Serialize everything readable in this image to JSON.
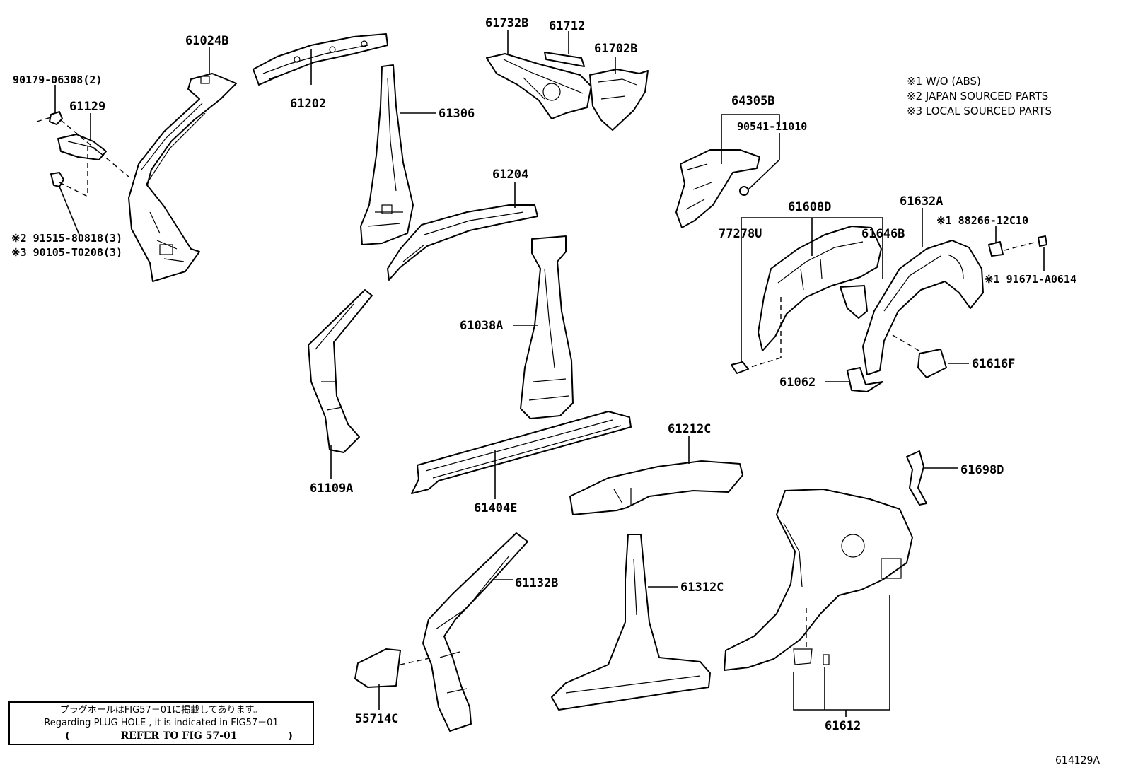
{
  "parts": {
    "p61024B": "61024B",
    "p90179": "90179-06308(2)",
    "p61129": "61129",
    "p91515": "※2 91515-80818(3)",
    "p90105": "※3 90105-T0208(3)",
    "p61202": "61202",
    "p61732B": "61732B",
    "p61712": "61712",
    "p61702B": "61702B",
    "p61306": "61306",
    "p61204": "61204",
    "p64305B": "64305B",
    "p90541": "90541-11010",
    "p61608D": "61608D",
    "p77278U": "77278U",
    "p61646B": "61646B",
    "p61632A": "61632A",
    "p88266": "※1 88266-12C10",
    "p91671": "※1 91671-A0614",
    "p61616F": "61616F",
    "p61062": "61062",
    "p61038A": "61038A",
    "p61109A": "61109A",
    "p61404E": "61404E",
    "p61212C": "61212C",
    "p61698D": "61698D",
    "p61132B": "61132B",
    "p61312C": "61312C",
    "p55714C": "55714C",
    "p61612": "61612"
  },
  "legend": {
    "line1": "※1 W/O (ABS)",
    "line2": "※2 JAPAN SOURCED PARTS",
    "line3": "※3 LOCAL SOURCED PARTS"
  },
  "plug_note": {
    "japanese": "プラグホールはFIG57－01に掲載してあります。",
    "english": "Regarding PLUG HOLE , it is indicated in FIG57－01",
    "open_paren": "(",
    "reference": "REFER TO FIG 57-01",
    "close_paren": ")"
  },
  "figure_id": "614129A"
}
